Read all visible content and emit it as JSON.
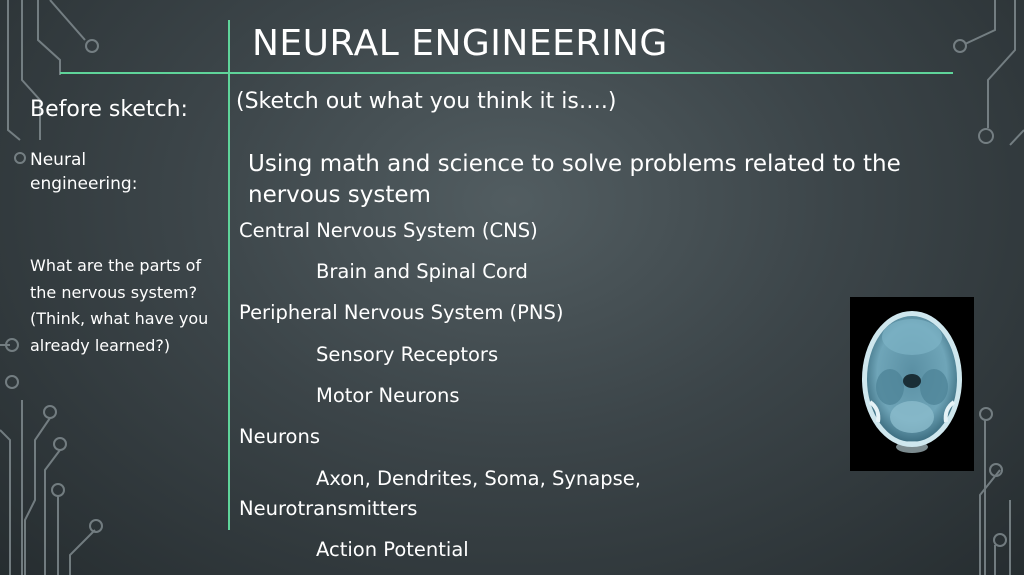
{
  "slide": {
    "title": "NEURAL ENGINEERING",
    "left": {
      "before_sketch": "Before sketch:",
      "neural_engineering_line1": "Neural",
      "neural_engineering_line2": "engineering:",
      "question_lines": [
        "What are the parts of",
        "the nervous system?",
        "(Think, what have you",
        "already learned?)"
      ]
    },
    "sketch_prompt": "(Sketch out what you think it is….)",
    "definition_line1": "Using math and science to solve problems related to the",
    "definition_line2": "nervous system",
    "items": [
      "Central Nervous System (CNS)",
      "Brain and Spinal Cord",
      "Peripheral Nervous System (PNS)",
      "Sensory Receptors",
      "Motor Neurons",
      "Neurons",
      "Axon, Dendrites, Soma, Synapse,",
      "Neurotransmitters",
      "Action Potential"
    ]
  },
  "colors": {
    "accent": "#5fd49a",
    "text": "#ffffff",
    "background": "#3c4549"
  },
  "icons": {
    "circuit": "circuit-decoration",
    "scan": "brain-ct-scan-image"
  }
}
